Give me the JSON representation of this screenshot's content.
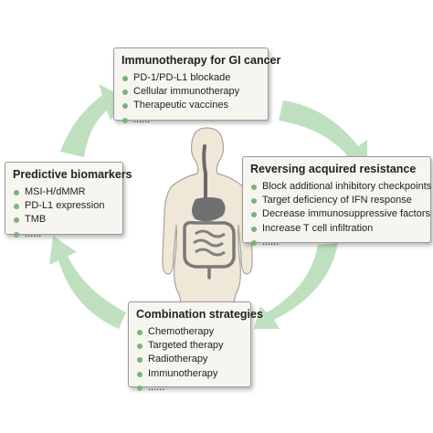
{
  "boxes": {
    "top": {
      "title": "Immunotherapy for GI cancer",
      "items": [
        "PD-1/PD-L1 blockade",
        "Cellular immunotherapy",
        "Therapeutic vaccines",
        "......"
      ]
    },
    "left": {
      "title": "Predictive biomarkers",
      "items": [
        "MSI-H/dMMR",
        "PD-L1 expression",
        "TMB",
        "......"
      ]
    },
    "right": {
      "title": "Reversing acquired resistance",
      "items": [
        "Block additional inhibitory checkpoints",
        "Target deficiency of IFN response",
        "Decrease immunosuppressive factors",
        "Increase T cell infiltration",
        "......"
      ]
    },
    "bottom": {
      "title": "Combination strategies",
      "items": [
        "Chemotherapy",
        "Targeted therapy",
        "Radiotherapy",
        "Immunotherapy",
        "......"
      ]
    }
  },
  "icons": [
    "body-silhouette-icon",
    "digestive-system-icon"
  ],
  "colors": {
    "arrow": "#bfe0bf",
    "bullet": "#7cb27c",
    "box_bg": "#f7f5f0",
    "box_border": "#9a9a9a",
    "body": "#efe7d8",
    "body_outline": "#a9a39a",
    "gi_tract": "#6a6a6a"
  }
}
